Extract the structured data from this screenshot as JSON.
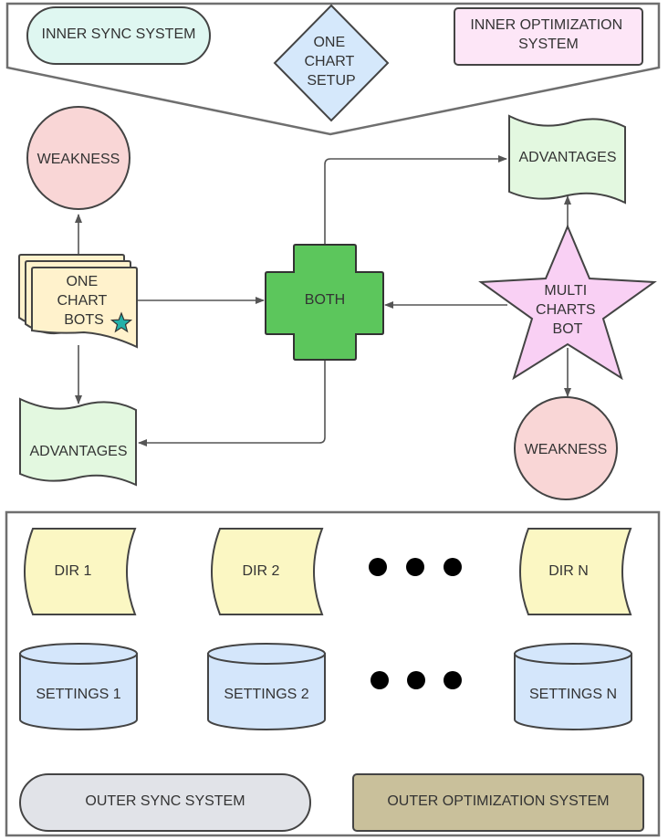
{
  "top_panel": {
    "inner_sync": "INNER SYNC SYSTEM",
    "chart_setup": [
      "ONE",
      "CHART",
      "SETUP"
    ],
    "inner_optimization": [
      "INNER OPTIMIZATION",
      "SYSTEM"
    ]
  },
  "flow": {
    "weakness_top": "WEAKNESS",
    "one_chart_bots": [
      "ONE",
      "CHART",
      "BOTS"
    ],
    "advantages_bottom": "ADVANTAGES",
    "both": "BOTH",
    "advantages_top": "ADVANTAGES",
    "multi_charts_bot": [
      "MULTI",
      "CHARTS",
      "BOT"
    ],
    "weakness_bottom": "WEAKNESS"
  },
  "bottom_panel": {
    "dirs": [
      "DIR 1",
      "DIR 2",
      "DIR N"
    ],
    "settings": [
      "SETTINGS 1",
      "SETTINGS 2",
      "SETTINGS N"
    ],
    "outer_sync": "OUTER SYNC SYSTEM",
    "outer_optimization": "OUTER OPTIMIZATION SYSTEM"
  },
  "colors": {
    "inner_sync_fill": "#dff7f1",
    "chart_setup_fill": "#d5e8fb",
    "inner_opt_fill": "#fde6f7",
    "weakness_fill": "#f9d6d6",
    "doc_fill": "#fff2cc",
    "advantages_fill": "#e3f8e0",
    "both_fill": "#5cc65c",
    "star_fill": "#f9d0f4",
    "dir_fill": "#fbf7c3",
    "settings_fill": "#d4e6fb",
    "outer_sync_fill": "#e1e3e8",
    "outer_opt_fill": "#c9c09b",
    "mini_star_fill": "#21b1a9"
  }
}
